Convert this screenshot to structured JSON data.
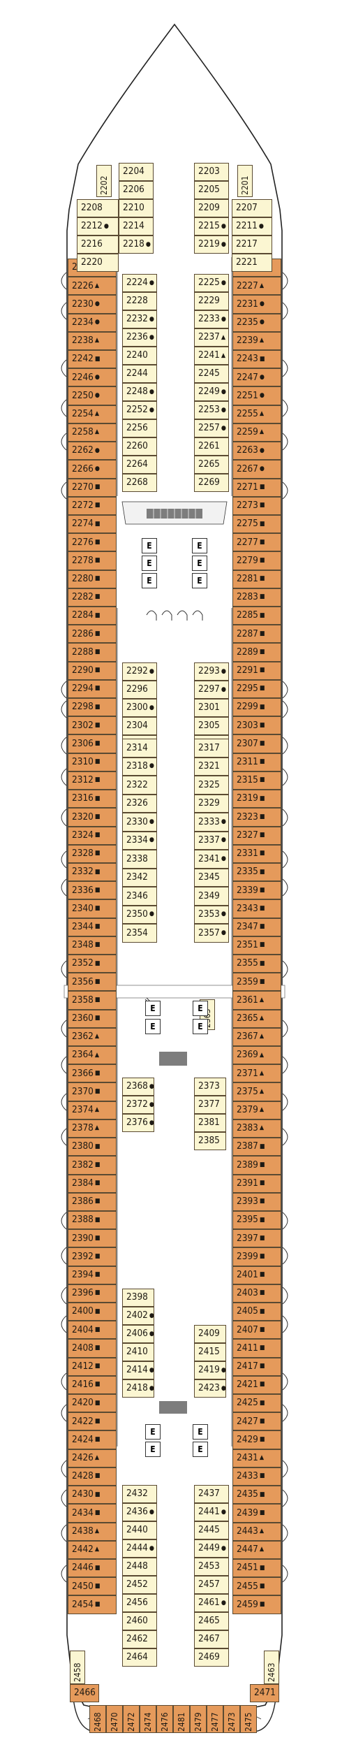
{
  "colors": {
    "outer_cabin": "#e59a5b",
    "inner_cabin": "#fbf6d2",
    "outline": "#5a4a32"
  },
  "icon_legend": [
    "connecting-door-icon",
    "sofa-bed-icon",
    "upper-berth-icon"
  ],
  "cabins": {
    "port_outer": [
      {
        "n": "2222",
        "m": "sofa"
      },
      {
        "n": "2226",
        "m": "sofa"
      },
      {
        "n": "2230",
        "m": "berth"
      },
      {
        "n": "2234",
        "m": "berth"
      },
      {
        "n": "2238",
        "m": "sofa"
      },
      {
        "n": "2242",
        "m": "square"
      },
      {
        "n": "2246",
        "m": "berth"
      },
      {
        "n": "2250",
        "m": "berth"
      },
      {
        "n": "2254",
        "m": "sofa"
      },
      {
        "n": "2258",
        "m": "sofa"
      },
      {
        "n": "2262",
        "m": "berth"
      },
      {
        "n": "2266",
        "m": "berth"
      },
      {
        "n": "2270",
        "m": "square"
      },
      {
        "n": "2272",
        "m": "square"
      },
      {
        "n": "2274",
        "m": "square"
      },
      {
        "n": "2276",
        "m": "square"
      },
      {
        "n": "2278",
        "m": "square"
      },
      {
        "n": "2280",
        "m": "square"
      },
      {
        "n": "2282",
        "m": "square"
      },
      {
        "n": "2284",
        "m": "square"
      },
      {
        "n": "2286",
        "m": "square"
      },
      {
        "n": "2288",
        "m": "square"
      },
      {
        "n": "2290",
        "m": "square"
      },
      {
        "n": "2294",
        "m": "square"
      },
      {
        "n": "2298",
        "m": "square"
      },
      {
        "n": "2302",
        "m": "square"
      },
      {
        "n": "2306",
        "m": "square"
      },
      {
        "n": "2310",
        "m": "square"
      },
      {
        "n": "2312",
        "m": "square"
      },
      {
        "n": "2316",
        "m": "square"
      },
      {
        "n": "2320",
        "m": "square"
      },
      {
        "n": "2324",
        "m": "square"
      },
      {
        "n": "2328",
        "m": "square"
      },
      {
        "n": "2332",
        "m": "square"
      },
      {
        "n": "2336",
        "m": "square"
      },
      {
        "n": "2340",
        "m": "square"
      },
      {
        "n": "2344",
        "m": "square"
      },
      {
        "n": "2348",
        "m": "square"
      },
      {
        "n": "2352",
        "m": "square"
      },
      {
        "n": "2356",
        "m": "square"
      },
      {
        "n": "2358",
        "m": "square"
      },
      {
        "n": "2360",
        "m": "square"
      },
      {
        "n": "2362",
        "m": "sofa"
      },
      {
        "n": "2364",
        "m": "sofa"
      },
      {
        "n": "2366",
        "m": "square"
      },
      {
        "n": "2370",
        "m": "square"
      },
      {
        "n": "2374",
        "m": "sofa"
      },
      {
        "n": "2378",
        "m": "sofa"
      },
      {
        "n": "2380",
        "m": "square"
      },
      {
        "n": "2382",
        "m": "square"
      },
      {
        "n": "2384",
        "m": "square"
      },
      {
        "n": "2386",
        "m": "square"
      },
      {
        "n": "2388",
        "m": "square"
      },
      {
        "n": "2390",
        "m": "square"
      },
      {
        "n": "2392",
        "m": "square"
      },
      {
        "n": "2394",
        "m": "square"
      },
      {
        "n": "2396",
        "m": "square"
      },
      {
        "n": "2400",
        "m": "square"
      },
      {
        "n": "2404",
        "m": "square"
      },
      {
        "n": "2408",
        "m": "square"
      },
      {
        "n": "2412",
        "m": "square"
      },
      {
        "n": "2416",
        "m": "square"
      },
      {
        "n": "2420",
        "m": "square"
      },
      {
        "n": "2422",
        "m": "square"
      },
      {
        "n": "2424",
        "m": "square"
      },
      {
        "n": "2426",
        "m": "sofa"
      },
      {
        "n": "2428",
        "m": "square"
      },
      {
        "n": "2430",
        "m": "square"
      },
      {
        "n": "2434",
        "m": "square"
      },
      {
        "n": "2438",
        "m": "sofa"
      },
      {
        "n": "2442",
        "m": "sofa"
      },
      {
        "n": "2446",
        "m": "square"
      },
      {
        "n": "2450",
        "m": "square"
      },
      {
        "n": "2454",
        "m": "square"
      }
    ],
    "starboard_outer": [
      {
        "n": "2223",
        "m": "sofa"
      },
      {
        "n": "2227",
        "m": "sofa"
      },
      {
        "n": "2231",
        "m": "berth"
      },
      {
        "n": "2235",
        "m": "berth"
      },
      {
        "n": "2239",
        "m": "sofa"
      },
      {
        "n": "2243",
        "m": "square"
      },
      {
        "n": "2247",
        "m": "berth"
      },
      {
        "n": "2251",
        "m": "berth"
      },
      {
        "n": "2255",
        "m": "sofa"
      },
      {
        "n": "2259",
        "m": "sofa"
      },
      {
        "n": "2263",
        "m": "berth"
      },
      {
        "n": "2267",
        "m": "berth"
      },
      {
        "n": "2271",
        "m": "square"
      },
      {
        "n": "2273",
        "m": "square"
      },
      {
        "n": "2275",
        "m": "square"
      },
      {
        "n": "2277",
        "m": "square"
      },
      {
        "n": "2279",
        "m": "square"
      },
      {
        "n": "2281",
        "m": "square"
      },
      {
        "n": "2283",
        "m": "square"
      },
      {
        "n": "2285",
        "m": "square"
      },
      {
        "n": "2287",
        "m": "square"
      },
      {
        "n": "2289",
        "m": "square"
      },
      {
        "n": "2291",
        "m": "square"
      },
      {
        "n": "2295",
        "m": "square"
      },
      {
        "n": "2299",
        "m": "square"
      },
      {
        "n": "2303",
        "m": "square"
      },
      {
        "n": "2307",
        "m": "square"
      },
      {
        "n": "2311",
        "m": "square"
      },
      {
        "n": "2315",
        "m": "square"
      },
      {
        "n": "2319",
        "m": "square"
      },
      {
        "n": "2323",
        "m": "square"
      },
      {
        "n": "2327",
        "m": "square"
      },
      {
        "n": "2331",
        "m": "square"
      },
      {
        "n": "2335",
        "m": "square"
      },
      {
        "n": "2339",
        "m": "square"
      },
      {
        "n": "2343",
        "m": "square"
      },
      {
        "n": "2347",
        "m": "square"
      },
      {
        "n": "2351",
        "m": "square"
      },
      {
        "n": "2355",
        "m": "square"
      },
      {
        "n": "2359",
        "m": "square"
      },
      {
        "n": "2361",
        "m": "sofa"
      },
      {
        "n": "2365",
        "m": "sofa"
      },
      {
        "n": "2367",
        "m": "sofa"
      },
      {
        "n": "2369",
        "m": "sofa"
      },
      {
        "n": "2371",
        "m": "sofa"
      },
      {
        "n": "2375",
        "m": "sofa"
      },
      {
        "n": "2379",
        "m": "sofa"
      },
      {
        "n": "2383",
        "m": "sofa"
      },
      {
        "n": "2387",
        "m": "square"
      },
      {
        "n": "2389",
        "m": "square"
      },
      {
        "n": "2391",
        "m": "square"
      },
      {
        "n": "2393",
        "m": "square"
      },
      {
        "n": "2395",
        "m": "square"
      },
      {
        "n": "2397",
        "m": "square"
      },
      {
        "n": "2399",
        "m": "square"
      },
      {
        "n": "2401",
        "m": "square"
      },
      {
        "n": "2403",
        "m": "square"
      },
      {
        "n": "2405",
        "m": "square"
      },
      {
        "n": "2407",
        "m": "square"
      },
      {
        "n": "2411",
        "m": "square"
      },
      {
        "n": "2417",
        "m": "square"
      },
      {
        "n": "2421",
        "m": "square"
      },
      {
        "n": "2425",
        "m": "square"
      },
      {
        "n": "2427",
        "m": "square"
      },
      {
        "n": "2429",
        "m": "square"
      },
      {
        "n": "2431",
        "m": "sofa"
      },
      {
        "n": "2433",
        "m": "square"
      },
      {
        "n": "2435",
        "m": "square"
      },
      {
        "n": "2439",
        "m": "square"
      },
      {
        "n": "2443",
        "m": "sofa"
      },
      {
        "n": "2447",
        "m": "sofa"
      },
      {
        "n": "2451",
        "m": "square"
      },
      {
        "n": "2455",
        "m": "square"
      },
      {
        "n": "2459",
        "m": "square"
      }
    ],
    "bow_port_left": [
      "2208",
      "2212",
      "2216",
      "2220"
    ],
    "bow_port_right": [
      "2204",
      "2206",
      "2210",
      "2214",
      "2218"
    ],
    "bow_star_left": [
      "2203",
      "2205",
      "2209",
      "2215",
      "2219"
    ],
    "bow_star_right": [
      "2207",
      "2211",
      "2217",
      "2221"
    ],
    "bow_vertical": [
      "2202",
      "2201"
    ],
    "inner_port": [
      {
        "n": "2224",
        "m": "berth"
      },
      {
        "n": "2228",
        "m": ""
      },
      {
        "n": "2232",
        "m": "berth"
      },
      {
        "n": "2236",
        "m": "berth"
      },
      {
        "n": "2240",
        "m": ""
      },
      {
        "n": "2244",
        "m": ""
      },
      {
        "n": "2248",
        "m": "berth"
      },
      {
        "n": "2252",
        "m": "berth"
      },
      {
        "n": "2256",
        "m": ""
      },
      {
        "n": "2260",
        "m": ""
      },
      {
        "n": "2264",
        "m": ""
      },
      {
        "n": "2268",
        "m": ""
      }
    ],
    "inner_star": [
      {
        "n": "2225",
        "m": "berth"
      },
      {
        "n": "2229",
        "m": ""
      },
      {
        "n": "2233",
        "m": "berth"
      },
      {
        "n": "2237",
        "m": "sofa"
      },
      {
        "n": "2241",
        "m": "sofa"
      },
      {
        "n": "2245",
        "m": ""
      },
      {
        "n": "2249",
        "m": "berth"
      },
      {
        "n": "2253",
        "m": "berth"
      },
      {
        "n": "2257",
        "m": "berth"
      },
      {
        "n": "2261",
        "m": ""
      },
      {
        "n": "2265",
        "m": ""
      },
      {
        "n": "2269",
        "m": ""
      }
    ],
    "mid_port": [
      {
        "n": "2292",
        "m": "berth"
      },
      {
        "n": "2296",
        "m": ""
      },
      {
        "n": "2300",
        "m": "berth"
      },
      {
        "n": "2304",
        "m": ""
      },
      {
        "n": "2308",
        "m": ""
      }
    ],
    "mid_star": [
      {
        "n": "2293",
        "m": "berth"
      },
      {
        "n": "2297",
        "m": "berth"
      },
      {
        "n": "2301",
        "m": ""
      },
      {
        "n": "2305",
        "m": ""
      },
      {
        "n": "2309",
        "m": ""
      }
    ],
    "center_port": [
      {
        "n": "2314",
        "m": ""
      },
      {
        "n": "2318",
        "m": "berth"
      },
      {
        "n": "2322",
        "m": ""
      },
      {
        "n": "2326",
        "m": ""
      },
      {
        "n": "2330",
        "m": "berth"
      },
      {
        "n": "2334",
        "m": "berth"
      },
      {
        "n": "2338",
        "m": ""
      },
      {
        "n": "2342",
        "m": ""
      },
      {
        "n": "2346",
        "m": ""
      },
      {
        "n": "2350",
        "m": "berth"
      },
      {
        "n": "2354",
        "m": ""
      }
    ],
    "center_star": [
      {
        "n": "2317",
        "m": ""
      },
      {
        "n": "2321",
        "m": ""
      },
      {
        "n": "2325",
        "m": ""
      },
      {
        "n": "2329",
        "m": ""
      },
      {
        "n": "2333",
        "m": "berth"
      },
      {
        "n": "2337",
        "m": "berth"
      },
      {
        "n": "2341",
        "m": "berth"
      },
      {
        "n": "2345",
        "m": ""
      },
      {
        "n": "2349",
        "m": ""
      },
      {
        "n": "2353",
        "m": "berth"
      },
      {
        "n": "2357",
        "m": "berth"
      }
    ],
    "aft1_port": [
      {
        "n": "2368",
        "m": "berth"
      },
      {
        "n": "2372",
        "m": "berth"
      },
      {
        "n": "2376",
        "m": "berth"
      }
    ],
    "aft1_star": [
      {
        "n": "2373",
        "m": ""
      },
      {
        "n": "2377",
        "m": ""
      },
      {
        "n": "2381",
        "m": ""
      },
      {
        "n": "2385",
        "m": ""
      }
    ],
    "aft2_port": [
      {
        "n": "2398",
        "m": ""
      },
      {
        "n": "2402",
        "m": "berth"
      },
      {
        "n": "2406",
        "m": "berth"
      },
      {
        "n": "2410",
        "m": ""
      },
      {
        "n": "2414",
        "m": "berth"
      },
      {
        "n": "2418",
        "m": "berth"
      }
    ],
    "aft2_star": [
      {
        "n": "2409",
        "m": ""
      },
      {
        "n": "2415",
        "m": ""
      },
      {
        "n": "2419",
        "m": "berth"
      },
      {
        "n": "2423",
        "m": "berth"
      }
    ],
    "aft3_port": [
      {
        "n": "2432",
        "m": ""
      },
      {
        "n": "2436",
        "m": "berth"
      },
      {
        "n": "2440",
        "m": ""
      },
      {
        "n": "2444",
        "m": "berth"
      },
      {
        "n": "2448",
        "m": ""
      },
      {
        "n": "2452",
        "m": ""
      },
      {
        "n": "2456",
        "m": ""
      },
      {
        "n": "2460",
        "m": ""
      },
      {
        "n": "2462",
        "m": ""
      },
      {
        "n": "2464",
        "m": ""
      }
    ],
    "aft3_star": [
      {
        "n": "2437",
        "m": ""
      },
      {
        "n": "2441",
        "m": "berth"
      },
      {
        "n": "2445",
        "m": ""
      },
      {
        "n": "2449",
        "m": "berth"
      },
      {
        "n": "2453",
        "m": ""
      },
      {
        "n": "2457",
        "m": ""
      },
      {
        "n": "2461",
        "m": "berth"
      },
      {
        "n": "2465",
        "m": ""
      },
      {
        "n": "2467",
        "m": ""
      },
      {
        "n": "2469",
        "m": ""
      }
    ],
    "small_center": "2363",
    "stern_side": [
      "2458",
      "2463"
    ],
    "stern_corner": [
      "2466",
      "2471"
    ],
    "stern_vertical": [
      "2468",
      "2470",
      "2472",
      "2474",
      "2476",
      "2481",
      "2479",
      "2477",
      "2473",
      "2475"
    ],
    "elevator_label": "E"
  }
}
